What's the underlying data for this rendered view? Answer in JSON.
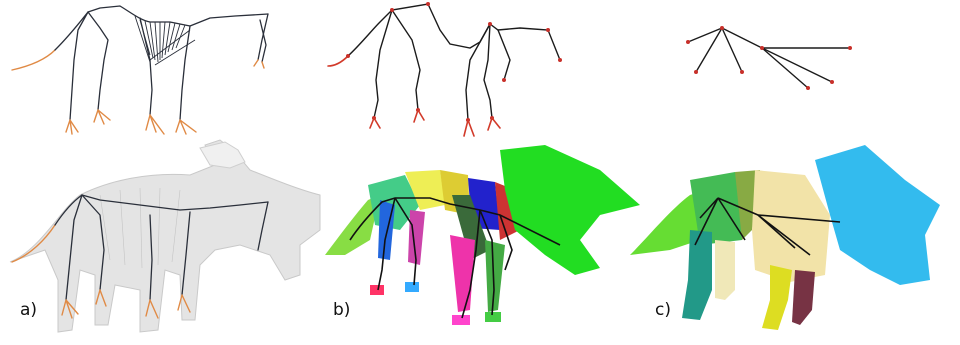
{
  "panels": [
    {
      "label": "a)"
    },
    {
      "label": "b)"
    },
    {
      "label": "c)"
    }
  ],
  "colors": {
    "skeleton_line": "#2a2f3a",
    "orange_accent": "#e08a45",
    "joint_red": "#c8302a",
    "mesh_gray": "#d9d9d9",
    "green": "#22dd22",
    "cyan": "#33bbee",
    "beige": "#f2e3a8"
  }
}
